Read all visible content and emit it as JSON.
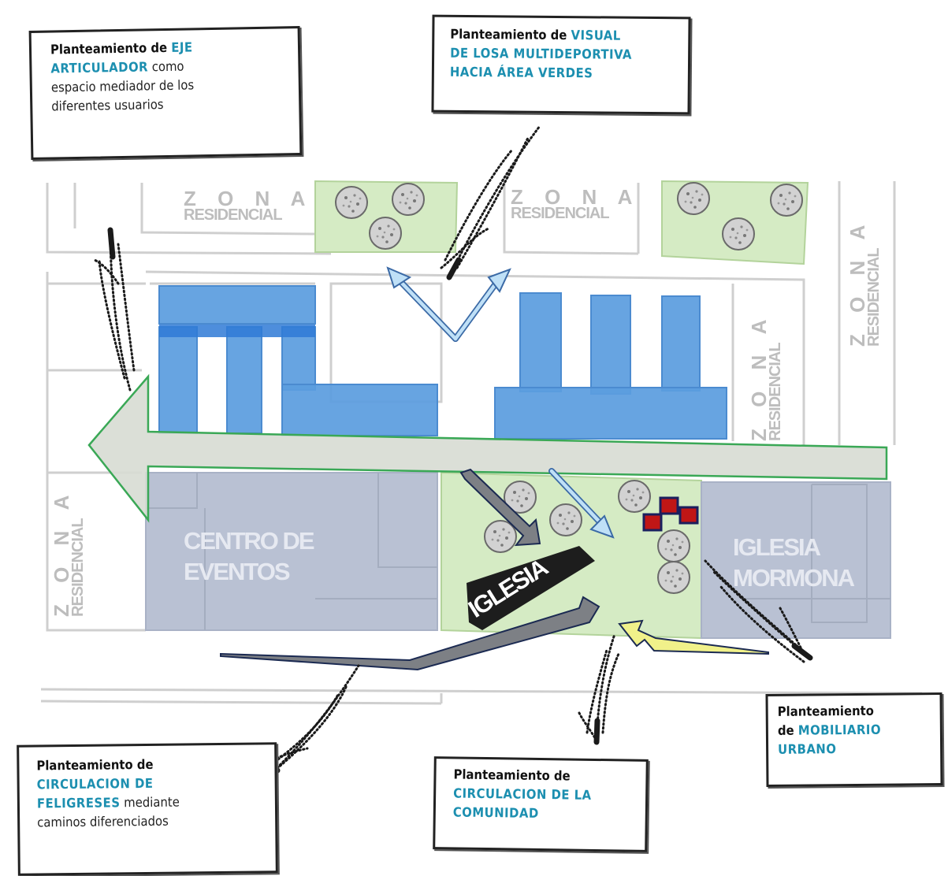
{
  "colors": {
    "building_blue": "#5b9ddf",
    "block_gray": "#b9c1d3",
    "green_area": "#d5ebc4",
    "axis_fill": "#d7dbd3",
    "axis_stroke": "#3aa856",
    "accent_text": "#1c8fb0",
    "furniture_red": "#c01616",
    "yellow_arrow": "#f1f18a"
  },
  "zones": [
    {
      "line1": "Z O N A",
      "line2": "RESIDENCIAL"
    },
    {
      "line1": "Z O N A",
      "line2": "RESIDENCIAL"
    },
    {
      "line1": "Z O N A",
      "line2": "RESIDENCIAL"
    },
    {
      "line1": "Z O N A",
      "line2": "RESIDENCIAL"
    },
    {
      "line1": "Z O N A",
      "line2": "RESIDENCIAL"
    }
  ],
  "blocks": {
    "centro": {
      "line1": "CENTRO DE",
      "line2": "EVENTOS"
    },
    "mormona": {
      "line1": "IGLESIA",
      "line2": "MORMONA"
    },
    "iglesia": "IGLESIA"
  },
  "callouts": {
    "eje": {
      "p1": "Planteamiento de ",
      "h1": "EJE",
      "h2": "ARTICULADOR",
      "p2": " como",
      "p3": "espacio mediador de los",
      "p4": "diferentes usuarios"
    },
    "visual": {
      "p1": "Planteamiento de ",
      "h1": "VISUAL",
      "h2": "DE LOSA MULTIDEPORTIVA",
      "h3": "HACIA ÁREA VERDES"
    },
    "feligreses": {
      "p1": "Planteamiento de",
      "h1": "CIRCULACION DE",
      "h2": "FELIGRESES",
      "p2": " mediante",
      "p3": "caminos diferenciados"
    },
    "comunidad": {
      "p1": "Planteamiento de",
      "h1": "CIRCULACION DE LA",
      "h2": "COMUNIDAD"
    },
    "mobiliario": {
      "p1": "Planteamiento",
      "p2": "de ",
      "h1": "MOBILIARIO",
      "h2": "URBANO"
    }
  }
}
